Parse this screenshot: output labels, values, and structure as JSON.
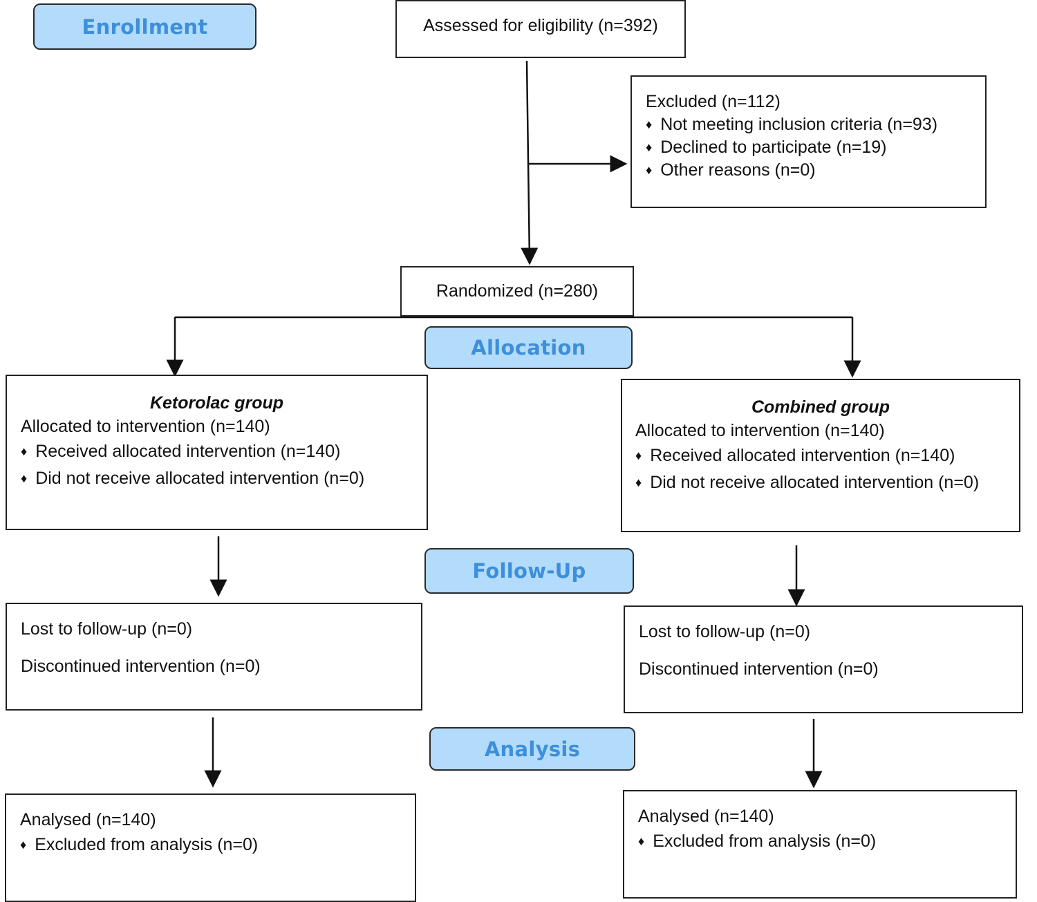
{
  "colors": {
    "stage_fill": "#b3dbfb",
    "stage_text": "#3d8fd9",
    "line": "#111111"
  },
  "stages": {
    "enrollment": "Enrollment",
    "allocation": "Allocation",
    "follow_up": "Follow-Up",
    "analysis": "Analysis"
  },
  "enrollment": {
    "assessed": "Assessed for eligibility (n=392)",
    "excluded": {
      "title": "Excluded (n=112)",
      "reasons": [
        "Not meeting inclusion criteria (n=93)",
        "Declined to participate (n=19)",
        "Other reasons (n=0)"
      ]
    },
    "randomized": "Randomized (n=280)"
  },
  "groups": {
    "left": {
      "name": "Ketorolac group",
      "allocated": "Allocated to intervention (n=140)",
      "received": "Received allocated intervention (n=140)",
      "not_received": "Did not receive allocated intervention (n=0)",
      "lost": "Lost to follow-up (n=0)",
      "discontinued": "Discontinued intervention (n=0)",
      "analysed": "Analysed (n=140)",
      "excluded_analysis": "Excluded from analysis (n=0)"
    },
    "right": {
      "name": "Combined group",
      "allocated": "Allocated to intervention (n=140)",
      "received": "Received allocated intervention (n=140)",
      "not_received": "Did not receive allocated intervention (n=0)",
      "lost": "Lost to follow-up (n=0)",
      "discontinued": "Discontinued intervention (n=0)",
      "analysed": "Analysed (n=140)",
      "excluded_analysis": "Excluded from analysis (n=0)"
    }
  },
  "bullet_glyph": "♦"
}
